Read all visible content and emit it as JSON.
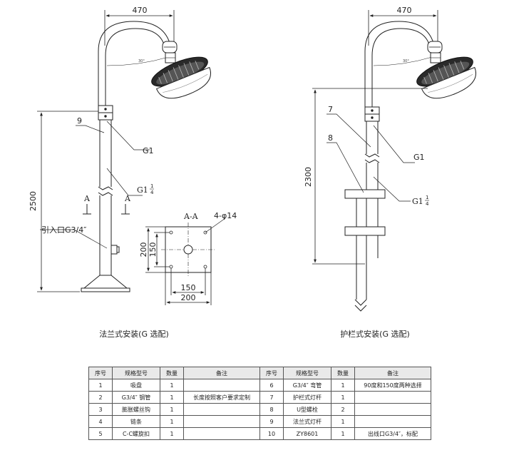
{
  "left_view": {
    "caption": "法兰式安装(G 选配)",
    "width_dim": "470",
    "height_dim": "2500",
    "callout_9": "9",
    "g1": "G1",
    "g1q_main": "G1",
    "g1q_num": "1",
    "g1q_den": "4",
    "section_a_left": "A",
    "section_a_right": "A",
    "inlet_label": "引入口G3/4″",
    "arc_angle_text": "30°"
  },
  "section_view": {
    "title": "A-A",
    "hole_label": "4-φ14",
    "dim_200_v": "200",
    "dim_150_v": "150",
    "dim_150_h": "150",
    "dim_200_h": "200"
  },
  "right_view": {
    "caption": "护栏式安装(G 选配)",
    "width_dim": "470",
    "height_dim": "2300",
    "callout_7": "7",
    "callout_8": "8",
    "g1": "G1",
    "g1q_main": "G1",
    "g1q_num": "1",
    "g1q_den": "4",
    "arc_angle_text": "30°"
  },
  "table": {
    "headers": [
      "序号",
      "规格型号",
      "数量",
      "备注",
      "序号",
      "规格型号",
      "数量",
      "备注"
    ],
    "rows": [
      [
        "1",
        "吸盘",
        "1",
        "",
        "6",
        "G3/4″ 弯管",
        "1",
        "90度和150度两种选择"
      ],
      [
        "2",
        "G3/4″ 钢管",
        "1",
        "长度按照客户要求定制",
        "7",
        "护栏式灯杆",
        "1",
        ""
      ],
      [
        "3",
        "膨胀螺丝钩",
        "1",
        "",
        "8",
        "U型螺栓",
        "2",
        ""
      ],
      [
        "4",
        "链条",
        "1",
        "",
        "9",
        "法兰式灯杆",
        "1",
        ""
      ],
      [
        "5",
        "C-C螺旋扣",
        "1",
        "",
        "10",
        "ZY8601",
        "1",
        "出线口G3/4″，标配"
      ]
    ]
  }
}
